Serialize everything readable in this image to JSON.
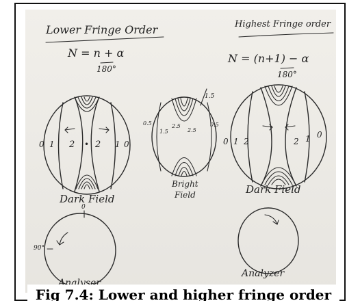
{
  "left_heading": "Lower Fringe Order",
  "left_formula_main": "N = n + α",
  "left_formula_denom": "180°",
  "right_heading": "Highest Fringe order",
  "right_formula_main": "N = (n+1) − α",
  "right_formula_denom": "180°",
  "dark_left": {
    "l0": "0",
    "l1": "1",
    "l2": "2",
    "dot": "•",
    "r2": "2",
    "r1": "1",
    "r0": "0",
    "label": "Dark Field"
  },
  "bright": {
    "o05": "0.5",
    "i15": "1.5",
    "c25a": "2.5",
    "c25b": "2.5",
    "t15": "1.5",
    "oo5": "0.5",
    "label1": "Bright",
    "label2": "Field"
  },
  "dark_right": {
    "l0": "0",
    "l1": "1",
    "l2": "2",
    "r2": "2",
    "r1": "1",
    "r0": "0",
    "label": "Dark Field"
  },
  "analyser_left": {
    "zero": "0",
    "ninety": "90°",
    "label": "Analyser"
  },
  "analyzer_right": {
    "label": "Analyzer"
  },
  "caption": "Fig 7.4: Lower and higher fringe order"
}
